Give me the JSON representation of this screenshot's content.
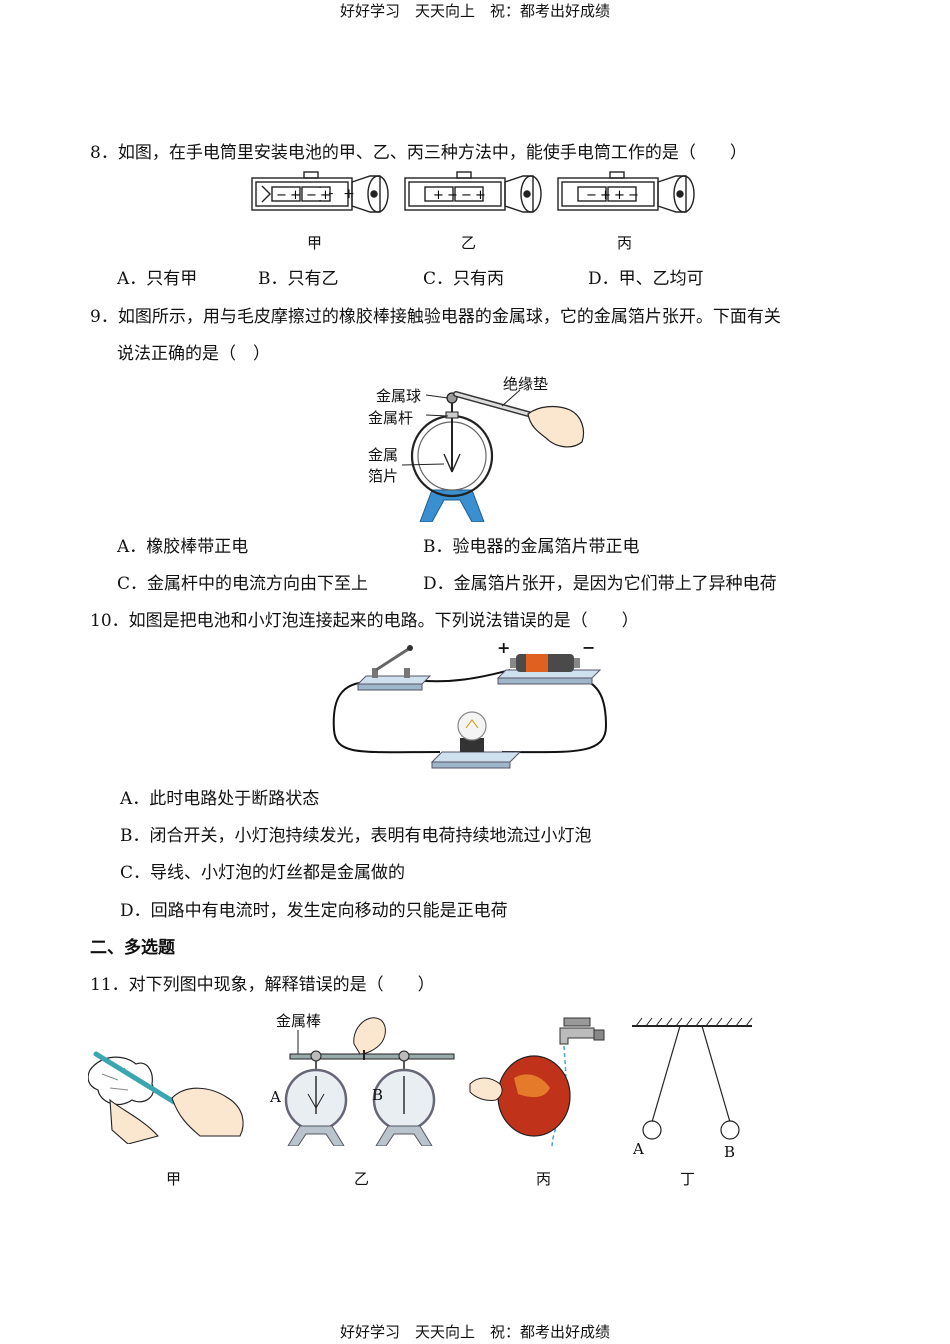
{
  "header": {
    "text": "好好学习　天天向上　祝：都考出好成绩"
  },
  "footer": {
    "text": "好好学习　天天向上　祝：都考出好成绩"
  },
  "q8": {
    "stem": "8．如图，在手电筒里安装电池的甲、乙、丙三种方法中，能使手电筒工作的是（　　）",
    "fig_labels": [
      "甲",
      "乙",
      "丙"
    ],
    "options": [
      "A．只有甲",
      "B．只有乙",
      "C．只有丙",
      "D．甲、乙均可"
    ]
  },
  "q9": {
    "stem_line1": "9．如图所示，用与毛皮摩擦过的橡胶棒接触验电器的金属球，它的金属箔片张开。下面有关",
    "stem_line2": "说法正确的是（　）",
    "fig": {
      "ball": "金属球",
      "rod": "金属杆",
      "foil_1": "金属",
      "foil_2": "箔片",
      "pad": "绝缘垫"
    },
    "options": [
      "A．橡胶棒带正电",
      "B．验电器的金属箔片带正电",
      "C．金属杆中的电流方向由下至上",
      "D．金属箔片张开，是因为它们带上了异种电荷"
    ]
  },
  "q10": {
    "stem": "10．如图是把电池和小灯泡连接起来的电路。下列说法错误的是（　　）",
    "fig": {
      "plus": "+",
      "minus": "−"
    },
    "options": [
      "A．此时电路处于断路状态",
      "B．闭合开关，小灯泡持续发光，表明有电荷持续地流过小灯泡",
      "C．导线、小灯泡的灯丝都是金属做的",
      "D．回路中有电流时，发生定向移动的只能是正电荷"
    ]
  },
  "section2": {
    "title": "二、多选题"
  },
  "q11": {
    "stem": "11．对下列图中现象，解释错误的是（　　）",
    "fig": {
      "metal_rod": "金属棒",
      "A": "A",
      "B": "B",
      "pendulum_A": "A",
      "pendulum_B": "B"
    },
    "fig_labels": [
      "甲",
      "乙",
      "丙",
      "丁"
    ]
  }
}
